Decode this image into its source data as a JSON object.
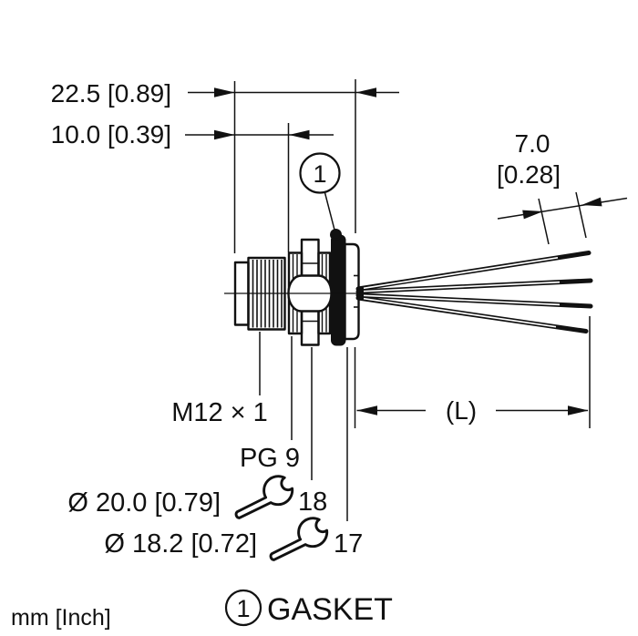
{
  "drawing": {
    "type": "technical-dimension-drawing",
    "subject": "M12 flange receptacle with flying leads",
    "colors": {
      "line": "#111111",
      "background": "#ffffff"
    },
    "dimensions": {
      "overall_length": "22.5 [0.89]",
      "thread_length": "10.0 [0.39]",
      "strip_length_mm": "7.0",
      "strip_length_inch": "[0.28]",
      "cable_length": "(L)"
    },
    "labels": {
      "thread_spec": "M12 × 1",
      "gland_spec": "PG 9",
      "outer_diameter": "Ø 20.0 [0.79]",
      "inner_diameter": "Ø 18.2 [0.72]",
      "wrench_upper": "18",
      "wrench_lower": "17",
      "units_note": "mm [Inch]"
    },
    "callouts": {
      "balloon_number": "1",
      "legend_number": "1",
      "legend_label": "GASKET"
    },
    "wire_count": 4
  }
}
